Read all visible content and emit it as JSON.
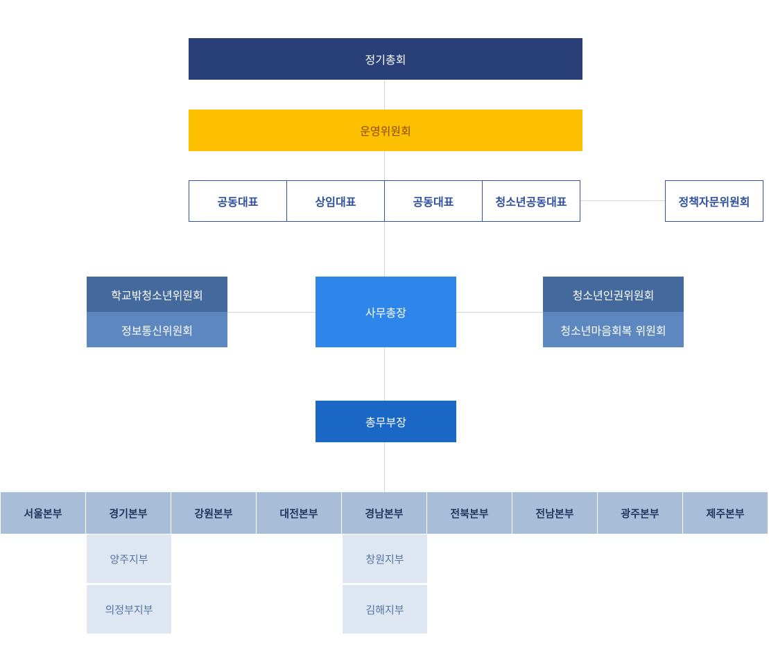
{
  "top": {
    "general_assembly": "정기총회",
    "steering_committee": "운영위원회"
  },
  "representatives": [
    "공동대표",
    "상임대표",
    "공동대표",
    "청소년공동대표"
  ],
  "policy_advisory": "정책자문위원회",
  "secretariat": {
    "secretary_general": "사무총장",
    "left_committees": [
      "학교밖청소년위원회",
      "정보통신위원회"
    ],
    "right_committees": [
      "청소년인권위원회",
      "청소년마음회복 위원회"
    ],
    "general_affairs": "총무부장"
  },
  "headquarters": [
    {
      "name": "서울본부",
      "branches": []
    },
    {
      "name": "경기본부",
      "branches": [
        "양주지부",
        "의정부지부"
      ]
    },
    {
      "name": "강원본부",
      "branches": []
    },
    {
      "name": "대전본부",
      "branches": []
    },
    {
      "name": "경남본부",
      "branches": [
        "창원지부",
        "김해지부"
      ]
    },
    {
      "name": "전북본부",
      "branches": []
    },
    {
      "name": "전남본부",
      "branches": []
    },
    {
      "name": "광주본부",
      "branches": []
    },
    {
      "name": "제주본부",
      "branches": []
    }
  ],
  "colors": {
    "navy": "#283f78",
    "yellow": "#fdc000",
    "blue": "#2f86ea",
    "steel_blue": "#44699c",
    "light_steel": "#a8bdd8",
    "pale": "#dde6f1"
  }
}
